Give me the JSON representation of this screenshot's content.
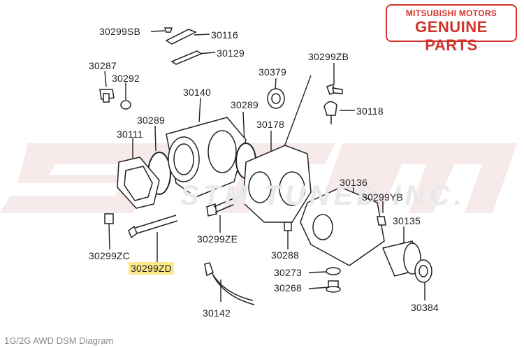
{
  "badge": {
    "line1": "MITSUBISHI MOTORS",
    "line2": "GENUINE PARTS",
    "color": "#d2342c"
  },
  "watermark": {
    "text": "STM",
    "sub": "STM TUNED INC.",
    "color": "#f1d9d9"
  },
  "caption": "1G/2G AWD DSM Diagram",
  "labels": {
    "p30299SB": "30299SB",
    "p30116": "30116",
    "p30129": "30129",
    "p30287": "30287",
    "p30292": "30292",
    "p30140": "30140",
    "p30379": "30379",
    "p30299ZB": "30299ZB",
    "p30118": "30118",
    "p30289a": "30289",
    "p30289b": "30289",
    "p30111": "30111",
    "p30178": "30178",
    "p30136": "30136",
    "p30299YB": "30299YB",
    "p30135": "30135",
    "p30299ZE": "30299ZE",
    "p30299ZC": "30299ZC",
    "p30299ZD": "30299ZD",
    "p30288": "30288",
    "p30273": "30273",
    "p30268": "30268",
    "p30142": "30142",
    "p30384": "30384"
  },
  "highlight_color": "#fbe98a"
}
